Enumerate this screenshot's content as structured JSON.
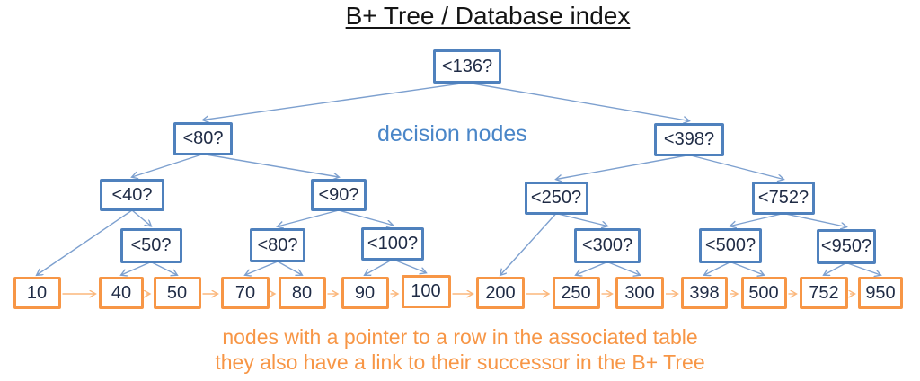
{
  "title": "B+ Tree / Database index",
  "annotations": {
    "decision_label": "decision nodes",
    "footnote_line1": "nodes with a pointer to a row in the associated table",
    "footnote_line2": "they also have a link to their successor in the B+ Tree"
  },
  "colors": {
    "title_text": "#141414",
    "decision_border": "#4f81bd",
    "decision_label_text": "#4a86c8",
    "edge_blue": "#7da0cf",
    "leaf_border": "#f79646",
    "edge_orange": "#fbb77c",
    "footnote_text": "#f79646",
    "node_text": "#1f2b45"
  },
  "tree": {
    "decision_nodes": [
      {
        "id": "n136",
        "label": "<136?"
      },
      {
        "id": "n80",
        "label": "<80?"
      },
      {
        "id": "n398",
        "label": "<398?"
      },
      {
        "id": "n40",
        "label": "<40?"
      },
      {
        "id": "n90",
        "label": "<90?"
      },
      {
        "id": "n250",
        "label": "<250?"
      },
      {
        "id": "n752",
        "label": "<752?"
      },
      {
        "id": "n50",
        "label": "<50?"
      },
      {
        "id": "n80b",
        "label": "<80?"
      },
      {
        "id": "n100",
        "label": "<100?"
      },
      {
        "id": "n300",
        "label": "<300?"
      },
      {
        "id": "n500",
        "label": "<500?"
      },
      {
        "id": "n950",
        "label": "<950?"
      }
    ],
    "leaf_nodes": [
      {
        "id": "l10",
        "label": "10"
      },
      {
        "id": "l40",
        "label": "40"
      },
      {
        "id": "l50",
        "label": "50"
      },
      {
        "id": "l70",
        "label": "70"
      },
      {
        "id": "l80",
        "label": "80"
      },
      {
        "id": "l90",
        "label": "90"
      },
      {
        "id": "l100",
        "label": "100"
      },
      {
        "id": "l200",
        "label": "200"
      },
      {
        "id": "l250",
        "label": "250"
      },
      {
        "id": "l300",
        "label": "300"
      },
      {
        "id": "l398",
        "label": "398"
      },
      {
        "id": "l500",
        "label": "500"
      },
      {
        "id": "l752",
        "label": "752"
      },
      {
        "id": "l950",
        "label": "950"
      }
    ],
    "edges": [
      [
        "n136",
        "n80"
      ],
      [
        "n136",
        "n398"
      ],
      [
        "n80",
        "n40"
      ],
      [
        "n80",
        "n90"
      ],
      [
        "n398",
        "n250"
      ],
      [
        "n398",
        "n752"
      ],
      [
        "n40",
        "l10"
      ],
      [
        "n40",
        "n50"
      ],
      [
        "n90",
        "n80b"
      ],
      [
        "n90",
        "n100"
      ],
      [
        "n250",
        "l200"
      ],
      [
        "n250",
        "n300"
      ],
      [
        "n752",
        "n500"
      ],
      [
        "n752",
        "n950"
      ],
      [
        "n50",
        "l40"
      ],
      [
        "n50",
        "l50"
      ],
      [
        "n80b",
        "l70"
      ],
      [
        "n80b",
        "l80"
      ],
      [
        "n100",
        "l90"
      ],
      [
        "n100",
        "l100"
      ],
      [
        "n300",
        "l250"
      ],
      [
        "n300",
        "l300"
      ],
      [
        "n500",
        "l398"
      ],
      [
        "n500",
        "l500"
      ],
      [
        "n950",
        "l752"
      ],
      [
        "n950",
        "l950"
      ]
    ]
  }
}
